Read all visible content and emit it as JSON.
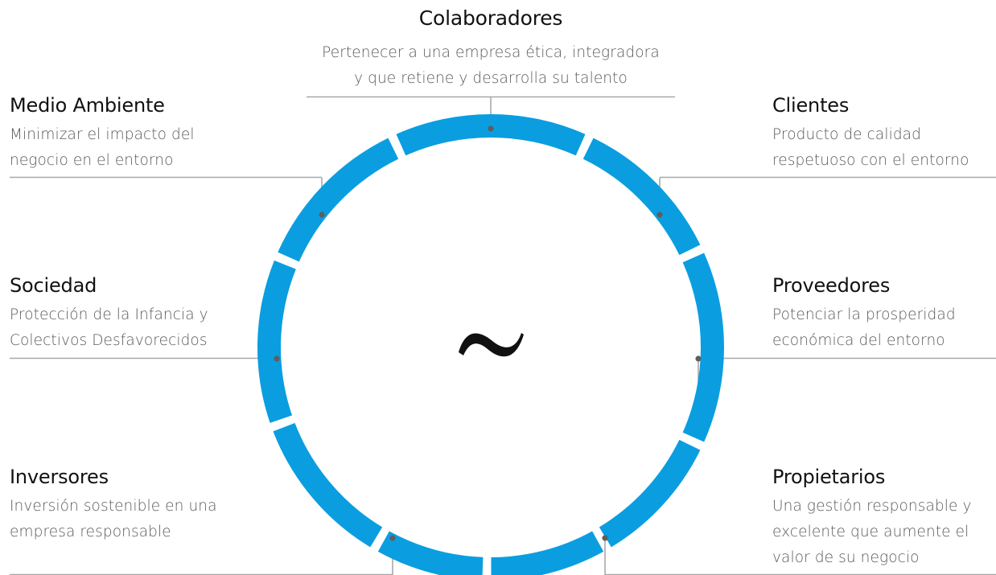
{
  "colors": {
    "ring": "#0a9ee0",
    "line": "#a8a8a8",
    "title": "#111111",
    "description": "#5a5a5a"
  },
  "center_glyph": "~",
  "stakeholders": {
    "colaboradores": {
      "title": "Colaboradores",
      "lines": [
        "Pertenecer a una empresa ética, integradora",
        "y que retiene y desarrolla su talento"
      ]
    },
    "medio_ambiente": {
      "title": "Medio Ambiente",
      "lines": [
        "Minimizar el impacto del",
        "negocio en el entorno"
      ]
    },
    "clientes": {
      "title": "Clientes",
      "lines": [
        "Producto de calidad",
        "respetuoso con el entorno"
      ]
    },
    "sociedad": {
      "title": "Sociedad",
      "lines": [
        "Protección de la Infancia y",
        "Colectivos Desfavorecidos"
      ]
    },
    "proveedores": {
      "title": "Proveedores",
      "lines": [
        "Potenciar la prosperidad",
        "económica del entorno"
      ]
    },
    "inversores": {
      "title": "Inversores",
      "lines": [
        "Inversión sostenible en una",
        "empresa responsable"
      ]
    },
    "propietarios": {
      "title": "Propietarios",
      "lines": [
        "Una gestión responsable y",
        "excelente que aumente el",
        "valor de su negocio"
      ]
    }
  }
}
